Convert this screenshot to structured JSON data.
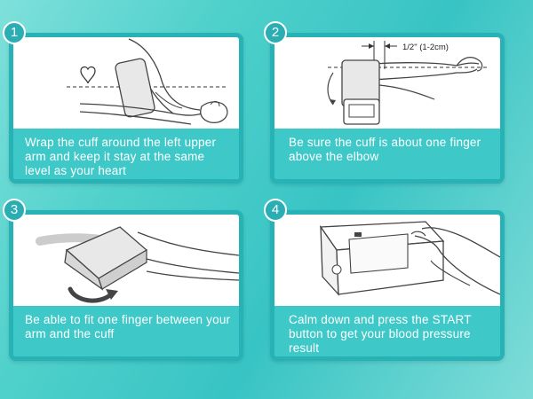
{
  "steps": [
    {
      "number": "1",
      "text": "Wrap the cuff around the left upper arm and keep it stay at the same level as your heart"
    },
    {
      "number": "2",
      "text": "Be sure the cuff is about one finger above the elbow",
      "measure_label": "1/2\" (1-2cm)"
    },
    {
      "number": "3",
      "text": "Be able to fit one finger between your arm and the cuff"
    },
    {
      "number": "4",
      "text": "Calm down and press the START button to get your blood pressure result"
    }
  ],
  "colors": {
    "teal_border": "#27b3b6",
    "teal_caption": "#3fc8c8",
    "badge": "#2aaeb3"
  }
}
